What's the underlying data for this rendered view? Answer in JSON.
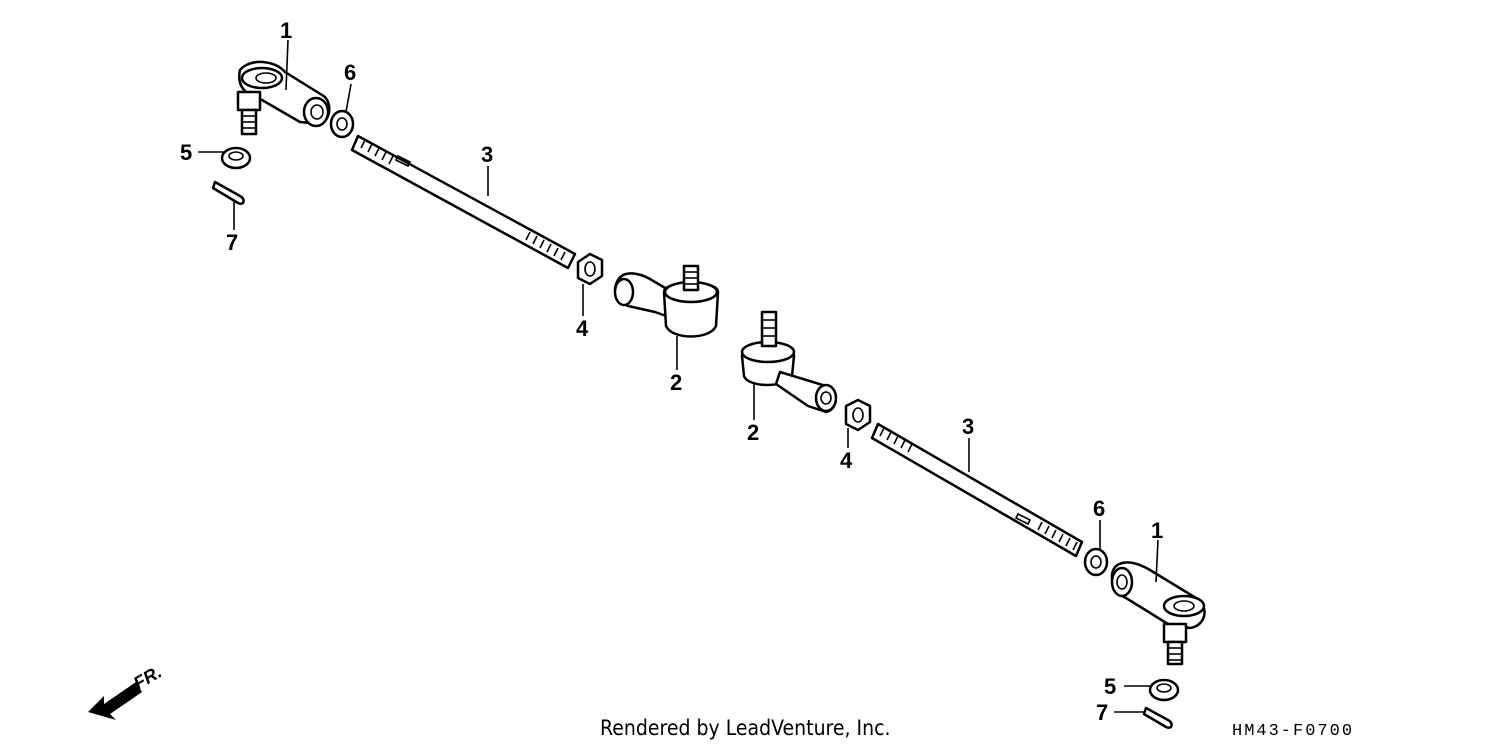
{
  "diagram": {
    "callouts": [
      "1",
      "6",
      "5",
      "7",
      "3",
      "4",
      "2",
      "2",
      "4",
      "3",
      "6",
      "1",
      "5",
      "7"
    ],
    "direction_label": "FR.",
    "footer_credit": "Rendered by LeadVenture, Inc.",
    "figure_code": "HM43-F0700"
  }
}
